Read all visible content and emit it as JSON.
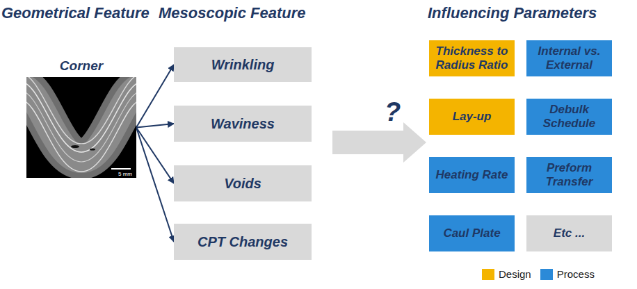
{
  "diagram": {
    "nodes": [
      {
        "text": [
          "Corner",
          "5 mm"
        ]
      },
      {
        "text": [
          "Wrinkling"
        ]
      },
      {
        "text": [
          "Waviness"
        ]
      },
      {
        "text": [
          "Voids"
        ]
      },
      {
        "text": [
          "CPT Changes"
        ]
      },
      {
        "text": [
          "Thickness to Radius Ratio"
        ]
      },
      {
        "text": [
          "Internal vs. External"
        ]
      },
      {
        "text": [
          "Lay-up"
        ]
      },
      {
        "text": [
          "Debulk Schedule"
        ]
      },
      {
        "text": [
          "Heating Rate"
        ]
      },
      {
        "text": [
          "Preform Transfer"
        ]
      },
      {
        "text": [
          "Caul Plate"
        ]
      },
      {
        "text": [
          "Etc ..."
        ]
      }
    ],
    "edges": [
      {
        "from": 0,
        "to": 1,
        "arrow": "to"
      },
      {
        "from": 0,
        "to": 2,
        "arrow": "to"
      },
      {
        "from": 0,
        "to": 3,
        "arrow": "to"
      },
      {
        "from": 0,
        "to": 4,
        "arrow": "to"
      }
    ],
    "labels": [
      "Geometrical Feature",
      "Mesoscopic Feature",
      "Influencing Parameters",
      "?"
    ],
    "legend": [
      {
        "text": "Design",
        "color": "#F4B400"
      },
      {
        "text": "Process",
        "color": "#2B8AD8"
      }
    ]
  }
}
